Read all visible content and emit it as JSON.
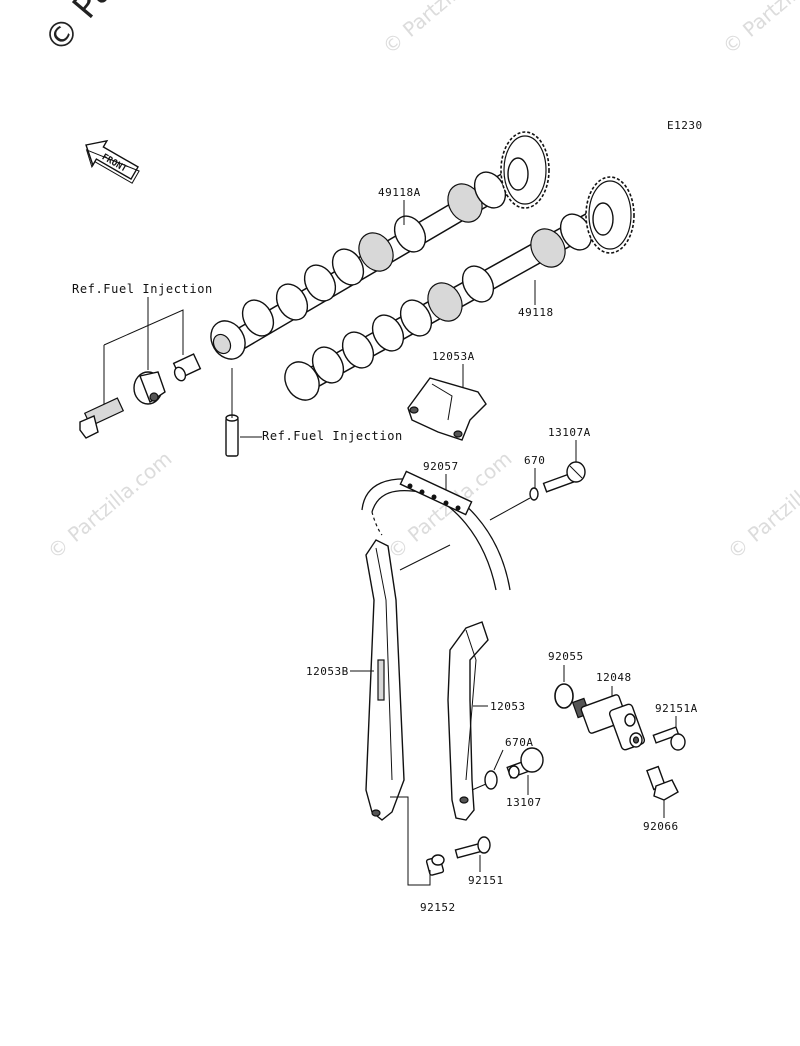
{
  "diagram_code": "E1230",
  "front_label": "FRONT",
  "watermark": {
    "corner_text": "© Partzilla",
    "tile_text": "© Partzilla.com"
  },
  "references": {
    "fuel_injection_top": "Ref.Fuel Injection",
    "fuel_injection_pin": "Ref.Fuel Injection"
  },
  "parts": {
    "camshaft_upper": "49118A",
    "camshaft_lower": "49118",
    "cover_bracket": "12053A",
    "bolt_13107A": "13107A",
    "oring_670": "670",
    "cam_chain": "92057",
    "guide_12053B": "12053B",
    "guide_12053": "12053",
    "oring_92055": "92055",
    "tensioner": "12048",
    "bolt_92151A": "92151A",
    "oring_670A": "670A",
    "bolt_13107": "13107",
    "bolt_92066": "92066",
    "bolt_92151": "92151",
    "collar_92152": "92152"
  }
}
